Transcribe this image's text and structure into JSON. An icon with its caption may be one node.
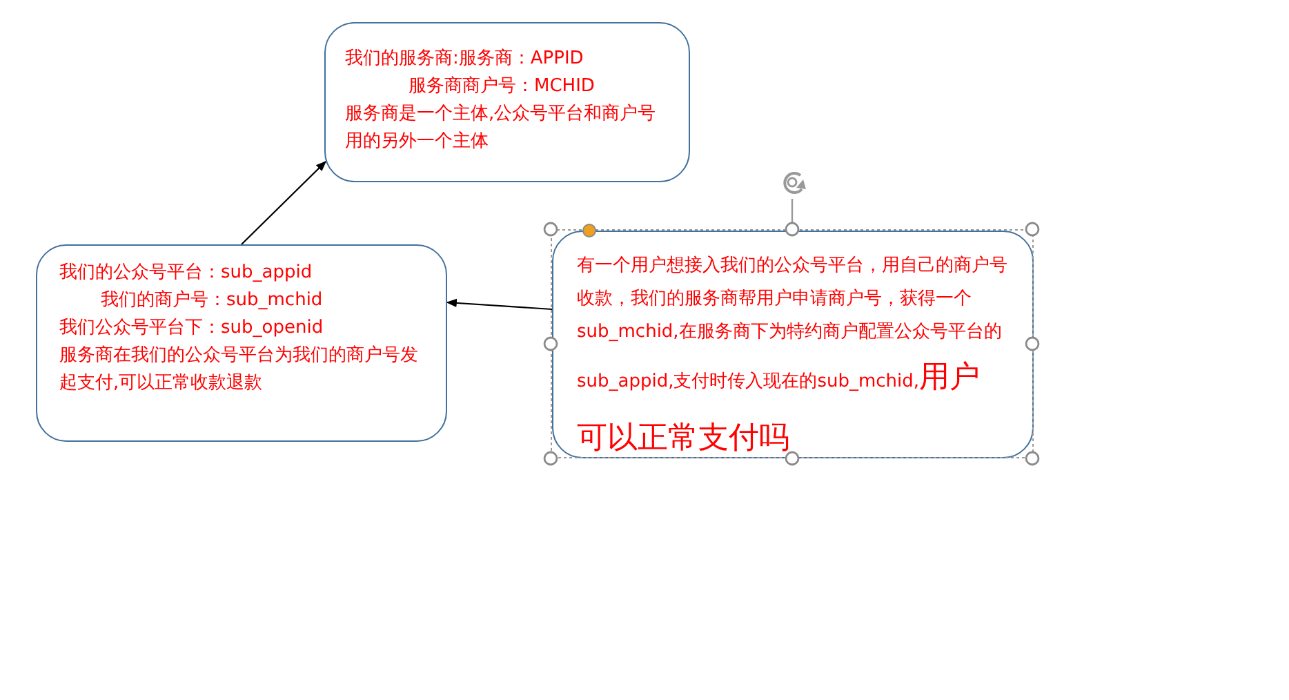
{
  "diagram": {
    "nodes": [
      {
        "text": [
          "我们的服务商:服务商：APPID",
          "服务商商户号：MCHID",
          "服务商是一个主体,公众号平台和商户号用的另外一个主体"
        ]
      },
      {
        "text": [
          "我们的公众号平台：sub_appid",
          "我们的商户号：sub_mchid",
          "我们公众号平台下：sub_openid",
          "服务商在我们的公众号平台为我们的商户号发起支付,可以正常收款退款"
        ]
      },
      {
        "text": [
          "有一个用户想接入我们的公众号平台，用自己的商户号收款，我们的服务商帮用户申请商户号，获得一个sub_mchid,在服务商下为特约商户配置公众号平台的sub_appid,支付时传入现在的sub_mchid,",
          "用户可以正常支付吗"
        ]
      }
    ],
    "edges": [
      {
        "from": 1,
        "to": 0,
        "arrow": "to"
      },
      {
        "from": 2,
        "to": 1,
        "arrow": "to"
      }
    ]
  }
}
